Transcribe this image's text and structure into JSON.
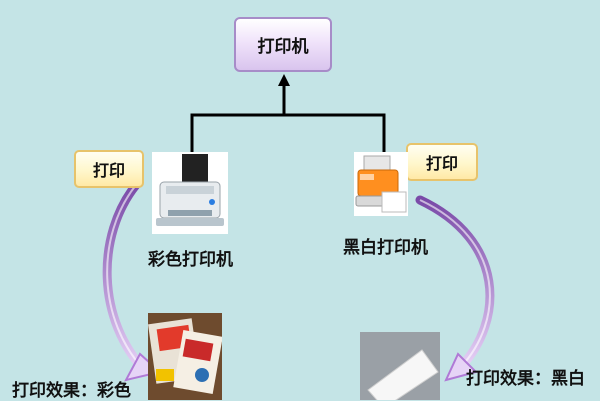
{
  "diagram": {
    "root": {
      "label": "打印机"
    },
    "children": [
      {
        "label": "彩色打印机",
        "action_tag": "打印",
        "result": "打印效果：彩色"
      },
      {
        "label": "黑白打印机",
        "action_tag": "打印",
        "result": "打印效果：黑白"
      }
    ]
  },
  "colors": {
    "background": "#c4e4e6",
    "root_fill": "#e6d4f6",
    "root_border": "#a78cc8",
    "tag_fill": "#fff7cc",
    "tag_border": "#e7c36b",
    "curve_arrow": "#b07ad6",
    "connector": "#000000"
  },
  "icons": [
    "color-printer-icon",
    "mono-printer-icon",
    "color-print-sample-icon",
    "blank-paper-sample-icon"
  ]
}
